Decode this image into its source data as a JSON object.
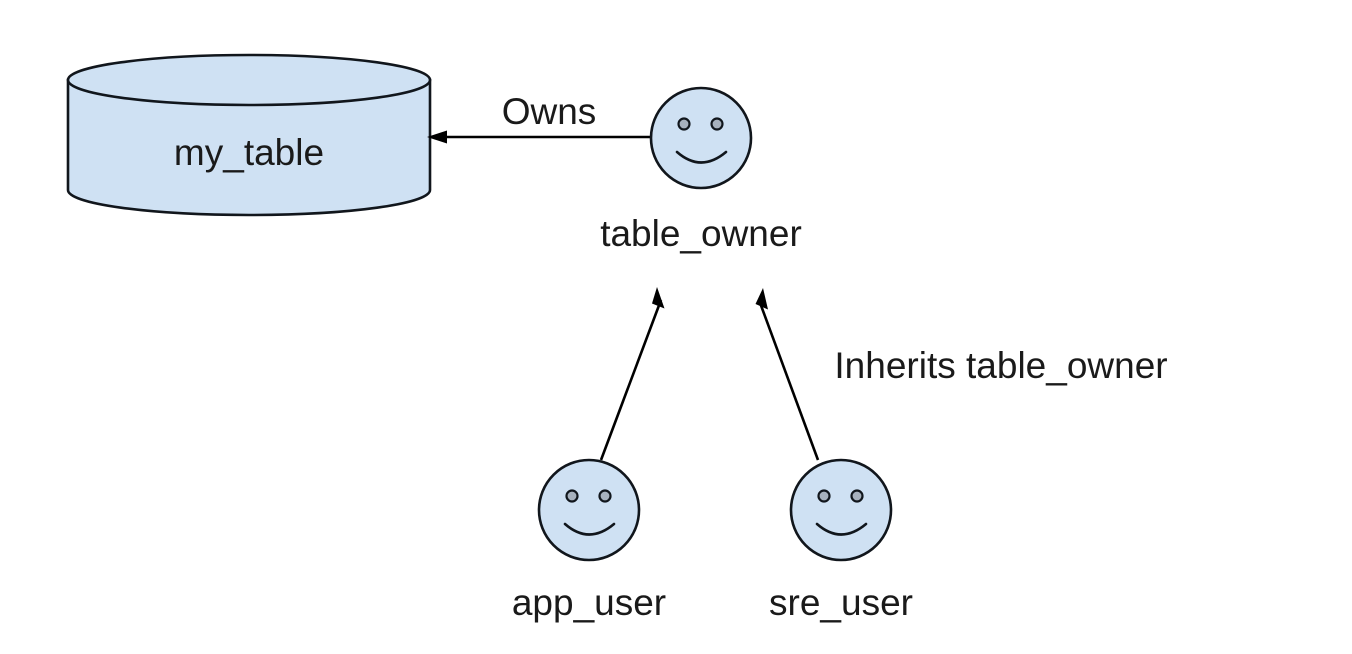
{
  "diagram": {
    "type": "entity-relationship-permissions",
    "background_color": "#ffffff",
    "node_fill_color": "#cfe1f3",
    "node_stroke_color": "#11161c",
    "eye_fill_color": "#a7b1bd",
    "text_color": "#1a1a1a",
    "nodes": [
      {
        "id": "my_table",
        "label": "my_table",
        "shape": "cylinder",
        "role": "database-table"
      },
      {
        "id": "table_owner",
        "label": "table_owner",
        "shape": "smiley-actor",
        "role": "owner-role"
      },
      {
        "id": "app_user",
        "label": "app_user",
        "shape": "smiley-actor",
        "role": "user-role"
      },
      {
        "id": "sre_user",
        "label": "sre_user",
        "shape": "smiley-actor",
        "role": "user-role"
      }
    ],
    "edges": [
      {
        "id": "owns",
        "from": "table_owner",
        "to": "my_table",
        "label": "Owns",
        "arrow": "single"
      },
      {
        "id": "app_user_inherits",
        "from": "app_user",
        "to": "table_owner",
        "label": "",
        "arrow": "single"
      },
      {
        "id": "sre_user_inherits",
        "from": "sre_user",
        "to": "table_owner",
        "label": "Inherits table_owner",
        "arrow": "single"
      }
    ],
    "labels": {
      "my_table": "my_table",
      "table_owner": "table_owner",
      "app_user": "app_user",
      "sre_user": "sre_user",
      "owns": "Owns",
      "inherits": "Inherits table_owner"
    }
  }
}
